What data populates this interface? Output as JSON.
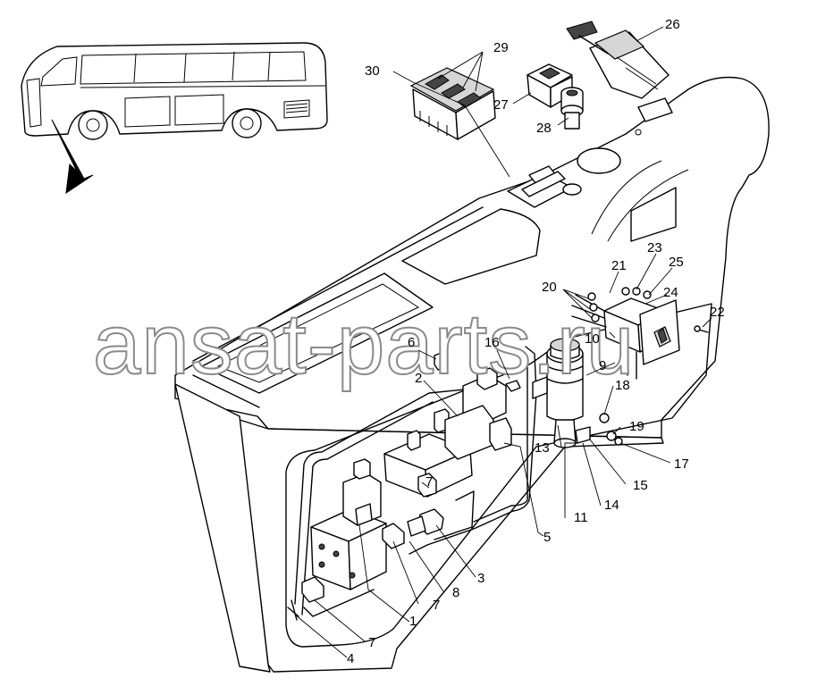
{
  "watermark": "ansat-parts.ru",
  "callouts": {
    "c1": "1",
    "c2": "2",
    "c3": "3",
    "c4": "4",
    "c5": "5",
    "c6": "6",
    "c7a": "7",
    "c7b": "7",
    "c7c": "7",
    "c8": "8",
    "c9": "9",
    "c10": "10",
    "c11": "11",
    "c13": "13",
    "c14": "14",
    "c15": "15",
    "c16": "16",
    "c17": "17",
    "c18": "18",
    "c19": "19",
    "c20": "20",
    "c21": "21",
    "c22": "22",
    "c23": "23",
    "c24": "24",
    "c25": "25",
    "c26": "26",
    "c27": "27",
    "c28": "28",
    "c29": "29",
    "c30": "30"
  }
}
